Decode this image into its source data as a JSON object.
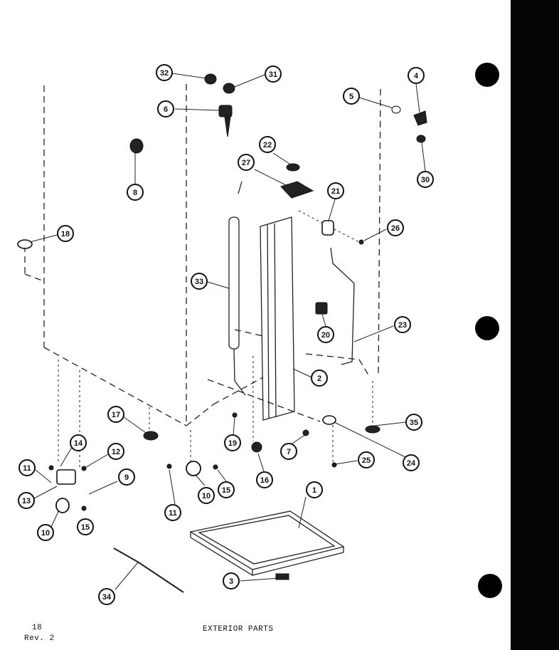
{
  "footer": {
    "page_number": "18",
    "revision": "Rev. 2",
    "title": "EXTERIOR PARTS"
  },
  "callouts": [
    {
      "label": "32"
    },
    {
      "label": "31"
    },
    {
      "label": "6"
    },
    {
      "label": "8"
    },
    {
      "label": "4"
    },
    {
      "label": "5"
    },
    {
      "label": "30"
    },
    {
      "label": "22"
    },
    {
      "label": "27"
    },
    {
      "label": "21"
    },
    {
      "label": "26"
    },
    {
      "label": "18"
    },
    {
      "label": "33"
    },
    {
      "label": "23"
    },
    {
      "label": "20"
    },
    {
      "label": "2"
    },
    {
      "label": "17"
    },
    {
      "label": "19"
    },
    {
      "label": "7"
    },
    {
      "label": "35"
    },
    {
      "label": "24"
    },
    {
      "label": "25"
    },
    {
      "label": "14"
    },
    {
      "label": "12"
    },
    {
      "label": "11"
    },
    {
      "label": "9"
    },
    {
      "label": "13"
    },
    {
      "label": "10"
    },
    {
      "label": "15"
    },
    {
      "label": "16"
    },
    {
      "label": "11"
    },
    {
      "label": "10"
    },
    {
      "label": "15"
    },
    {
      "label": "1"
    },
    {
      "label": "3"
    },
    {
      "label": "34"
    }
  ]
}
